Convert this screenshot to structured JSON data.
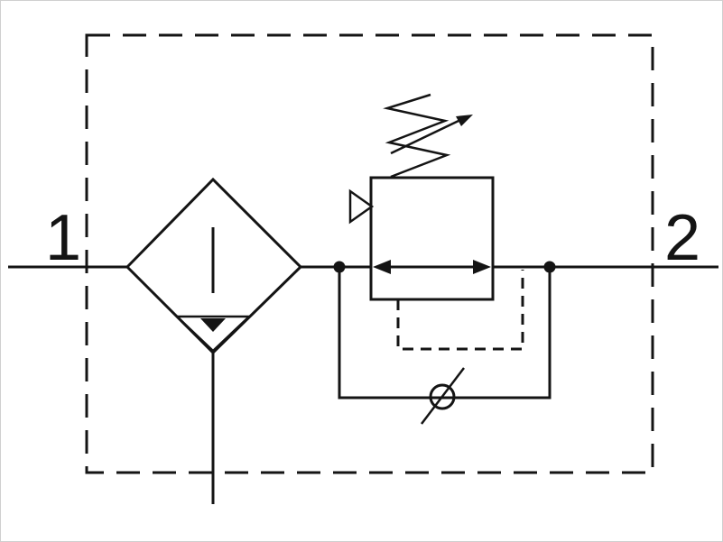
{
  "diagram": {
    "kind": "pneumatic-circuit-diagram",
    "colors": {
      "line": "#141414",
      "background": "#ffffff"
    },
    "ports": {
      "inlet": {
        "label": "1"
      },
      "outlet": {
        "label": "2"
      }
    },
    "components": [
      {
        "name": "enclosure",
        "style": "dashed-boundary"
      },
      {
        "name": "filter-water-separator",
        "symbol": "diamond-with-drain-triangle"
      },
      {
        "name": "pressure-regulator",
        "symbol": "square-with-double-arrow-adjustable-spring-and-relief"
      },
      {
        "name": "check-valve-bypass",
        "symbol": "circle-with-seat-line"
      },
      {
        "name": "pilot-line",
        "style": "dashed"
      }
    ]
  }
}
